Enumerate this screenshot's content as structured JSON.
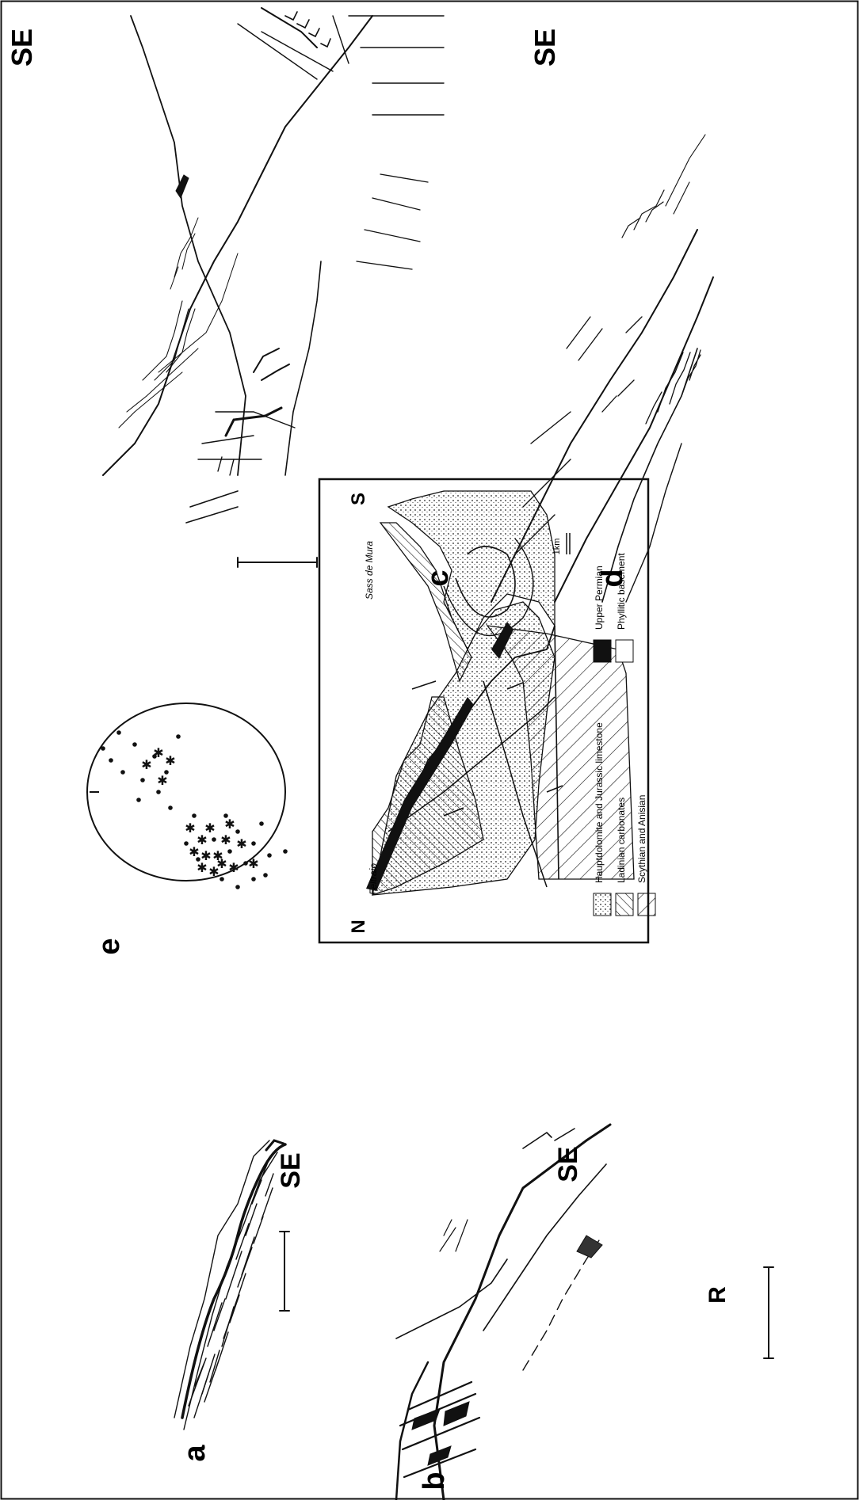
{
  "panels": {
    "a": {
      "letter": "a",
      "direction": "SE"
    },
    "b": {
      "letter": "b",
      "direction": "SE",
      "marker": "R"
    },
    "c": {
      "letter": "c",
      "direction": "SE"
    },
    "d": {
      "letter": "d",
      "direction": "SE"
    },
    "e": {
      "letter": "e"
    }
  },
  "cross_section": {
    "left_label": "N",
    "right_label": "S",
    "place_left": "Feltraio",
    "place_right": "Sass de Mura",
    "scale_label": "1km",
    "legend": [
      {
        "label": "Hauptdolomite and Jurassic limestone",
        "pattern": "fine-dots"
      },
      {
        "label": "Ladinian carbonates",
        "pattern": "dense-hatch"
      },
      {
        "label": "Scythian and Anisian",
        "pattern": "hatch"
      },
      {
        "label": "Upper Permian",
        "pattern": "solid-black"
      },
      {
        "label": "Phyllitic basement",
        "pattern": "blank"
      }
    ]
  },
  "stereonet": {
    "symbol_dot": "●",
    "symbol_star": "✱"
  },
  "colors": {
    "ink": "#111111",
    "paper": "#ffffff"
  }
}
